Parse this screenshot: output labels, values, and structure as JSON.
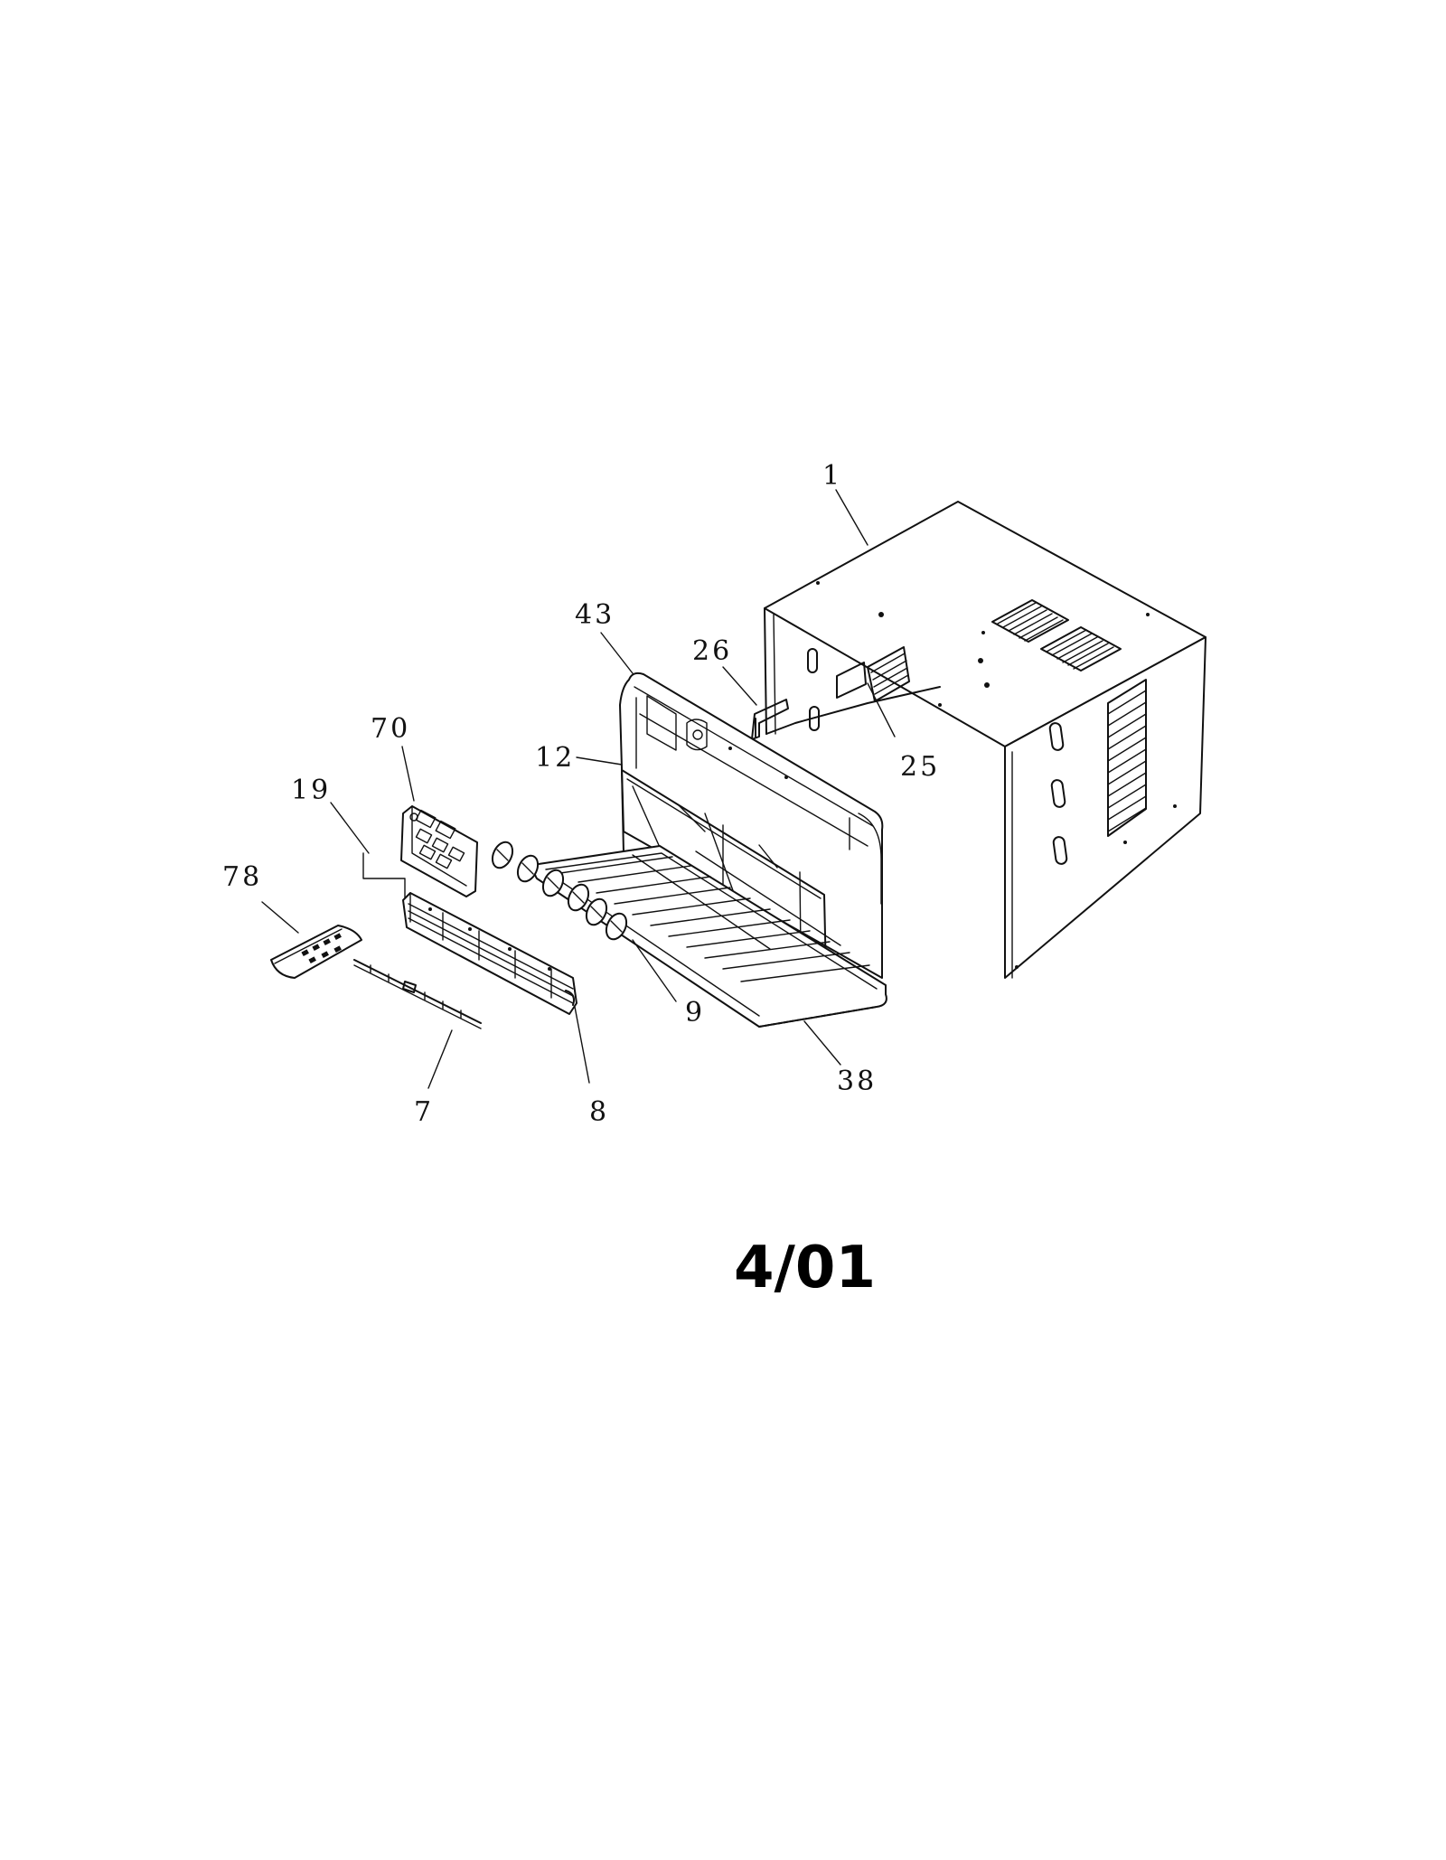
{
  "callouts": {
    "c1": "1",
    "c43": "43",
    "c26": "26",
    "c25": "25",
    "c12": "12",
    "c70": "70",
    "c19": "19",
    "c78": "78",
    "c9": "9",
    "c38": "38",
    "c7": "7",
    "c8": "8"
  },
  "date_stamp": "4/01"
}
